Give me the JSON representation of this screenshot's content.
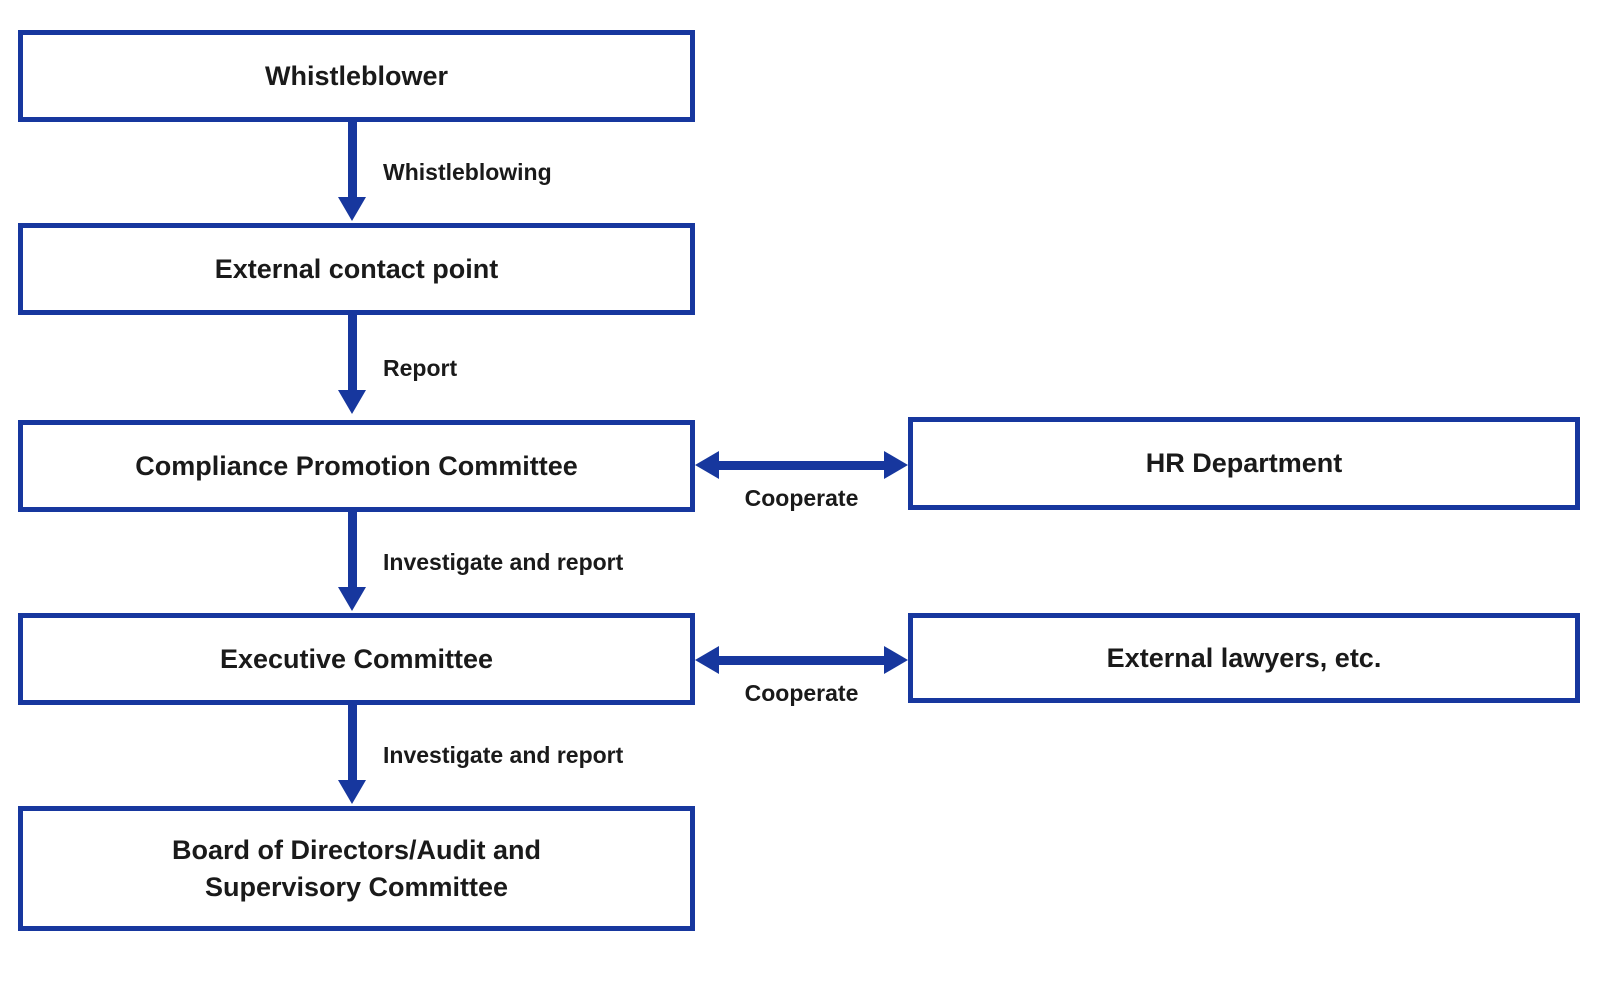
{
  "colors": {
    "accent": "#17379E",
    "text": "#1a1a1a",
    "background": "#ffffff",
    "node_fill": "#ffffff"
  },
  "nodes": {
    "whistleblower": {
      "label": "Whistleblower"
    },
    "external_contact_point": {
      "label": "External contact point"
    },
    "compliance_promotion_committee": {
      "label": "Compliance Promotion Committee"
    },
    "hr_department": {
      "label": "HR Department"
    },
    "executive_committee": {
      "label": "Executive Committee"
    },
    "external_lawyers": {
      "label": "External lawyers, etc."
    },
    "board_audit_committee": {
      "label": "Board of Directors/Audit and Supervisory Committee"
    }
  },
  "edges": {
    "whistleblowing": {
      "label": "Whistleblowing"
    },
    "report": {
      "label": "Report"
    },
    "investigate_and_report_1": {
      "label": "Investigate and report"
    },
    "investigate_and_report_2": {
      "label": "Investigate and report"
    },
    "cooperate_1": {
      "label": "Cooperate"
    },
    "cooperate_2": {
      "label": "Cooperate"
    }
  }
}
